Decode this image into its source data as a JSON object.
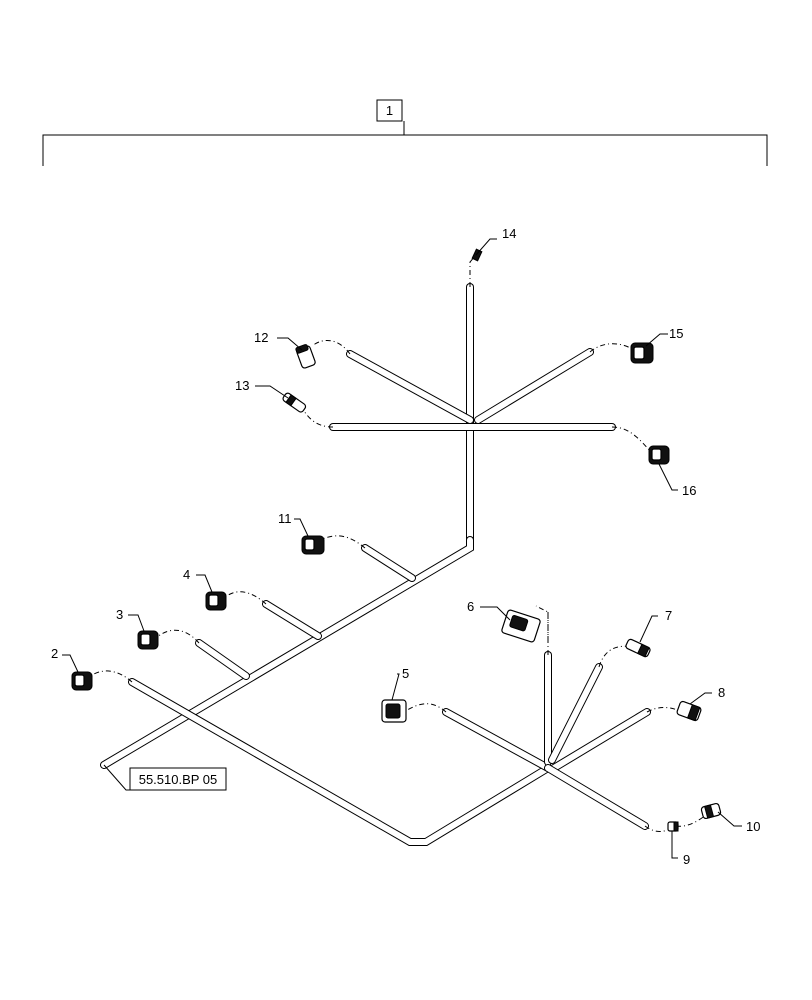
{
  "assembly_label": "1",
  "reference_label": "55.510.BP 05",
  "callouts": {
    "c2": "2",
    "c3": "3",
    "c4": "4",
    "c5": "5",
    "c6": "6",
    "c7": "7",
    "c8": "8",
    "c9": "9",
    "c10": "10",
    "c11": "11",
    "c12": "12",
    "c13": "13",
    "c14": "14",
    "c15": "15",
    "c16": "16"
  }
}
